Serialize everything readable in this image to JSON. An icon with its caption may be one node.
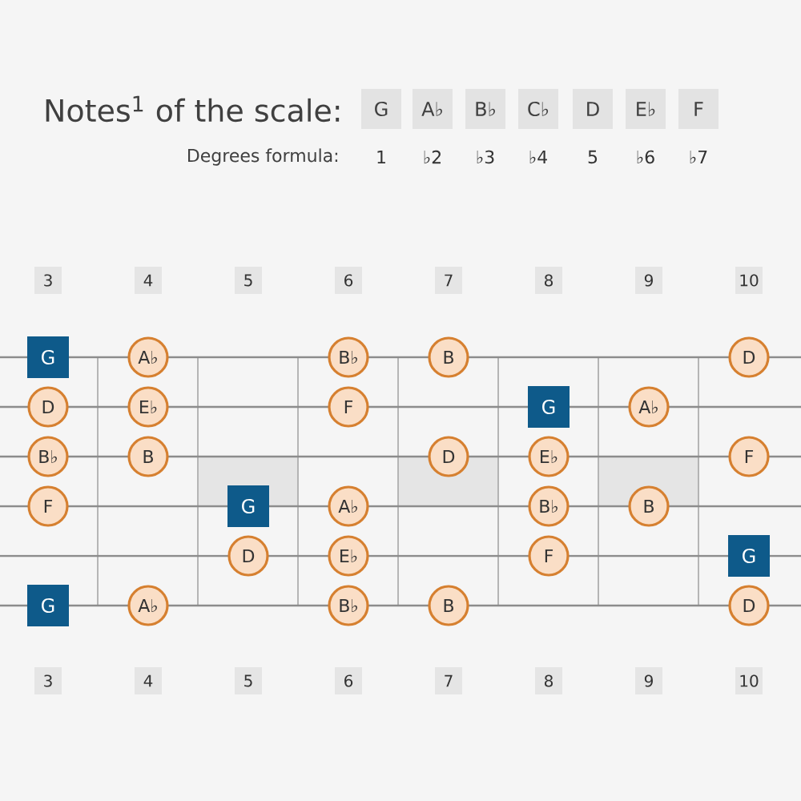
{
  "diagram": {
    "title": "Notes$^{1}$ of the scale:",
    "nodes": [
      {
        "text": [
          "G"
        ]
      },
      {
        "text": [
          "A♭"
        ]
      },
      {
        "text": [
          "B♭"
        ]
      },
      {
        "text": [
          "C♭"
        ]
      },
      {
        "text": [
          "D"
        ]
      },
      {
        "text": [
          "E♭"
        ]
      },
      {
        "text": [
          "F"
        ]
      },
      {
        "text": [
          "G"
        ]
      },
      {
        "text": [
          "A♭"
        ]
      },
      {
        "text": [
          "B♭"
        ]
      },
      {
        "text": [
          "B"
        ]
      },
      {
        "text": [
          "D"
        ]
      },
      {
        "text": [
          "D"
        ]
      },
      {
        "text": [
          "E♭"
        ]
      },
      {
        "text": [
          "F"
        ]
      },
      {
        "text": [
          "G"
        ]
      },
      {
        "text": [
          "A♭"
        ]
      },
      {
        "text": [
          "B♭"
        ]
      },
      {
        "text": [
          "B"
        ]
      },
      {
        "text": [
          "D"
        ]
      },
      {
        "text": [
          "E♭"
        ]
      },
      {
        "text": [
          "F"
        ]
      },
      {
        "text": [
          "F"
        ]
      },
      {
        "text": [
          "G"
        ]
      },
      {
        "text": [
          "A♭"
        ]
      },
      {
        "text": [
          "B♭"
        ]
      },
      {
        "text": [
          "B"
        ]
      },
      {
        "text": [
          "D"
        ]
      },
      {
        "text": [
          "E♭"
        ]
      },
      {
        "text": [
          "F"
        ]
      },
      {
        "text": [
          "G"
        ]
      },
      {
        "text": [
          "G"
        ]
      },
      {
        "text": [
          "A♭"
        ]
      },
      {
        "text": [
          "B♭"
        ]
      },
      {
        "text": [
          "B"
        ]
      },
      {
        "text": [
          "D"
        ]
      }
    ],
    "labels": [
      "Degrees formula:",
      "1",
      "♭2",
      "♭3",
      "♭4",
      "5",
      "♭6",
      "♭7",
      "3",
      "4",
      "5",
      "6",
      "7",
      "8",
      "9",
      "10",
      "3",
      "4",
      "5",
      "6",
      "7",
      "8",
      "9",
      "10"
    ]
  }
}
